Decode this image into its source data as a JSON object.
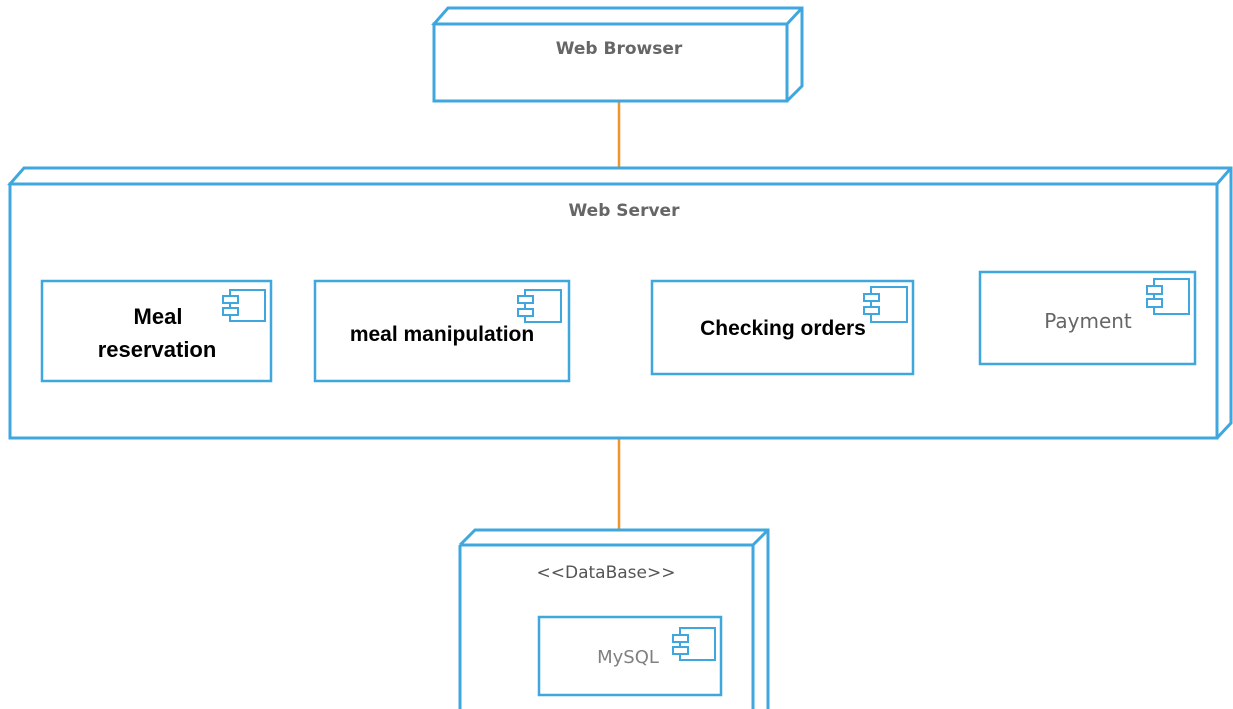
{
  "diagram": {
    "colors": {
      "node_stroke": "#3fa7dd",
      "connector": "#f0932b",
      "label_gray": "#666666",
      "label_black": "#000000"
    },
    "nodes": {
      "web_browser": {
        "label": "Web Browser"
      },
      "web_server": {
        "label": "Web Server"
      },
      "database": {
        "label": "<<DataBase>>"
      }
    },
    "components": {
      "meal_reservation": {
        "line1": "Meal",
        "line2": "reservation",
        "icon": "component-icon"
      },
      "meal_manipulation": {
        "label": "meal manipulation",
        "icon": "component-icon"
      },
      "checking_orders": {
        "label": "Checking orders",
        "icon": "component-icon"
      },
      "payment": {
        "label": "Payment",
        "icon": "component-icon"
      },
      "mysql": {
        "label": "MySQL",
        "icon": "component-icon"
      }
    }
  }
}
